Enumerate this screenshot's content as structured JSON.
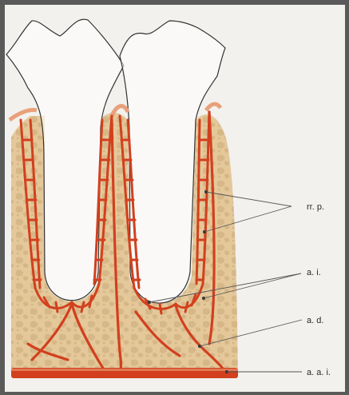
{
  "labels": {
    "pulpal_branches": "rr. p.",
    "interalveolar_artery": "a. i.",
    "dental_artery": "a. d.",
    "inferior_alveolar_artery": "a. a. i."
  },
  "colors": {
    "paper": "#f2f1ee",
    "bone": "#e4c89a",
    "bone_pattern": "#c9a878",
    "vessel": "#d2401e",
    "vessel_light": "#e9a07a",
    "outline": "#333333",
    "leader": "#555555"
  }
}
